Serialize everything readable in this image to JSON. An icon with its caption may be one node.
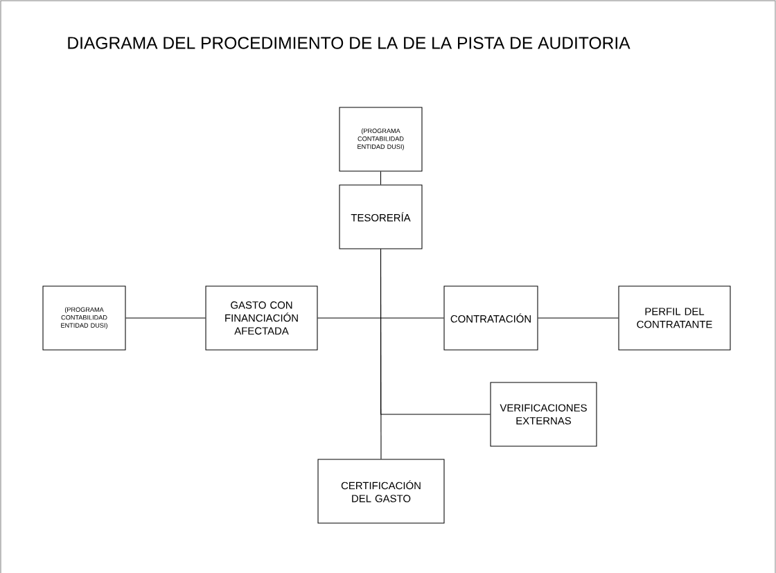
{
  "diagram": {
    "title": "DIAGRAMA DEL PROCEDIMIENTO DE LA DE LA PISTA DE AUDITORIA",
    "nodes": [
      {
        "text": [
          "(PROGRAMA CONTABILIDAD ENTIDAD DUSI)"
        ]
      },
      {
        "text": [
          "TESORERÍA"
        ]
      },
      {
        "text": [
          "(PROGRAMA CONTABILIDAD ENTIDAD DUSI)"
        ]
      },
      {
        "text": [
          "GASTO CON FINANCIACIÓN AFECTADA"
        ]
      },
      {
        "text": [
          "CONTRATACIÓN"
        ]
      },
      {
        "text": [
          "PERFIL DEL CONTRATANTE"
        ]
      },
      {
        "text": [
          "VERIFICACIONES EXTERNAS"
        ]
      },
      {
        "text": [
          "CERTIFICACIÓN DEL GASTO"
        ]
      }
    ],
    "edges": [
      {
        "from": 0,
        "to": 1,
        "arrow": "none"
      },
      {
        "from": 1,
        "to": 7,
        "arrow": "none"
      },
      {
        "from": 2,
        "to": 3,
        "arrow": "none"
      },
      {
        "from": 3,
        "to": 4,
        "arrow": "none"
      },
      {
        "from": 4,
        "to": 5,
        "arrow": "none"
      },
      {
        "from": 1,
        "to": 6,
        "arrow": "none"
      }
    ]
  }
}
